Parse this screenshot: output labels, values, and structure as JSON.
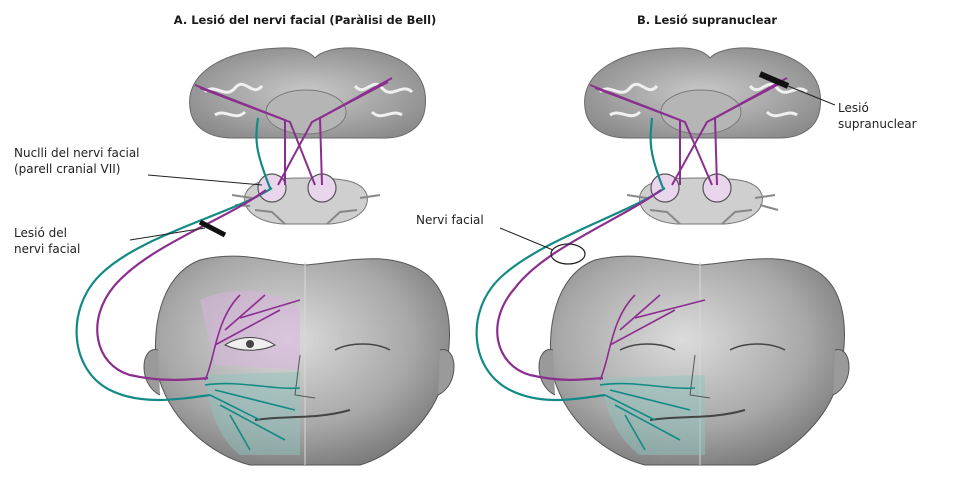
{
  "panels": {
    "a": {
      "title": "A. Lesió del nervi facial (Paràlisi de Bell)",
      "nucleus_label_line1": "Nuclli del nervi facial",
      "nucleus_label_line2": "(parell cranial VII)",
      "lesion_label_line1": "Lesió del",
      "lesion_label_line2": "nervi facial"
    },
    "b": {
      "title": "B. Lesió supranuclear",
      "nerve_label": "Nervi facial",
      "lesion_label_line1": "Lesió",
      "lesion_label_line2": "supranuclear"
    }
  },
  "colors": {
    "upper_motor_pathway": "#8b2f8f",
    "lower_motor_pathway": "#138a86",
    "brain_cortex": "#7f7f7f",
    "skin": "#a9a9a9",
    "paralysis_upper_tint": "#d7b3dc",
    "paralysis_lower_tint": "#8fc4c0"
  }
}
